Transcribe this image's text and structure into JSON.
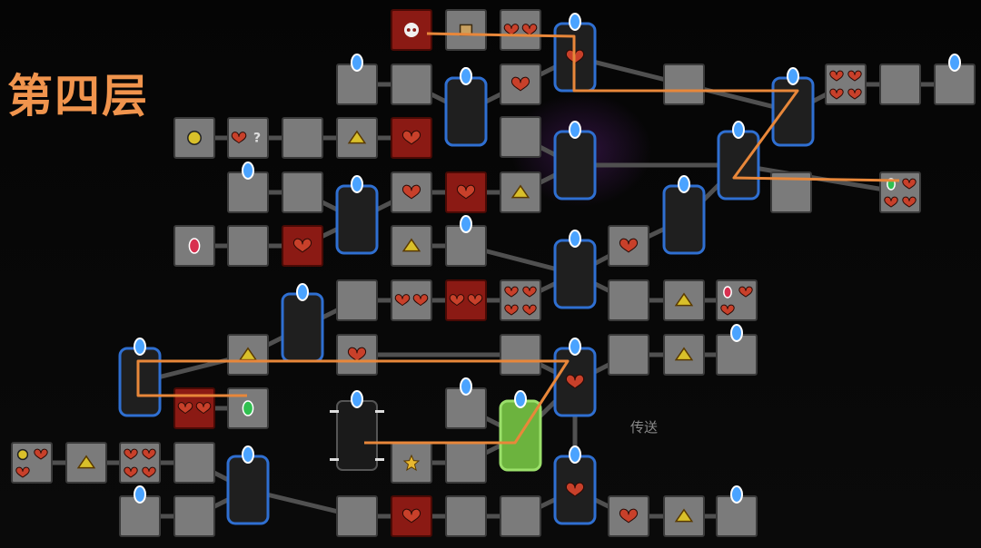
{
  "title": "第四层",
  "teleport_label": "传送",
  "colors": {
    "node": "#7b7b7b",
    "node_border": "#3a3a3a",
    "danger": "#8b1a14",
    "shop": "#1f1f1f",
    "highlight": "#6cb33e",
    "shop_border": "#2f6fd1",
    "route": "#e8873a",
    "gem": "#4aa3ff",
    "heart": "#c8402a",
    "potion": "#d9c02a",
    "emerald": "#30c050",
    "ruby": "#d83050"
  },
  "nodes": [
    {
      "id": "n01",
      "type": "danger",
      "icons": [
        "skull-icon"
      ]
    },
    {
      "id": "n02",
      "type": "normal",
      "icons": [
        "chest-icon"
      ]
    },
    {
      "id": "n03",
      "type": "normal",
      "icons": [
        "heart-icon",
        "heart-icon"
      ]
    },
    {
      "id": "n04",
      "type": "shop",
      "icons": [
        "heart-icon"
      ],
      "gem": true
    },
    {
      "id": "n05",
      "type": "normal",
      "icons": [],
      "gem": true
    },
    {
      "id": "n06",
      "type": "normal",
      "icons": []
    },
    {
      "id": "n07",
      "type": "shop",
      "icons": [],
      "gem": true
    },
    {
      "id": "n08",
      "type": "normal",
      "icons": [
        "heart-icon"
      ]
    },
    {
      "id": "n09",
      "type": "normal",
      "icons": []
    },
    {
      "id": "n10",
      "type": "shop",
      "icons": [],
      "gem": true
    },
    {
      "id": "n11",
      "type": "normal",
      "icons": [
        "heart-icon",
        "heart-icon",
        "heart-icon",
        "heart-icon"
      ]
    },
    {
      "id": "n12",
      "type": "normal",
      "icons": []
    },
    {
      "id": "n13",
      "type": "normal",
      "icons": [],
      "gem": true
    },
    {
      "id": "n14",
      "type": "normal",
      "icons": [
        "potion-icon"
      ]
    },
    {
      "id": "n15",
      "type": "normal",
      "icons": [
        "heart-icon",
        "question-icon"
      ]
    },
    {
      "id": "n16",
      "type": "normal",
      "icons": []
    },
    {
      "id": "n17",
      "type": "normal",
      "icons": [
        "pyramid-icon"
      ]
    },
    {
      "id": "n18",
      "type": "danger",
      "icons": [
        "heart-icon"
      ]
    },
    {
      "id": "n19",
      "type": "normal",
      "icons": []
    },
    {
      "id": "n20",
      "type": "shop",
      "icons": [],
      "gem": true
    },
    {
      "id": "n21",
      "type": "shop",
      "icons": [],
      "gem": true
    },
    {
      "id": "n22",
      "type": "normal",
      "icons": []
    },
    {
      "id": "n23",
      "type": "normal",
      "icons": [
        "emerald-icon",
        "heart-icon",
        "heart-icon",
        "heart-icon"
      ]
    },
    {
      "id": "n24",
      "type": "normal",
      "icons": [],
      "gem": true
    },
    {
      "id": "n25",
      "type": "normal",
      "icons": []
    },
    {
      "id": "n26",
      "type": "shop",
      "icons": [],
      "gem": true
    },
    {
      "id": "n27",
      "type": "normal",
      "icons": [
        "heart-icon"
      ]
    },
    {
      "id": "n28",
      "type": "danger",
      "icons": [
        "heart-icon"
      ]
    },
    {
      "id": "n29",
      "type": "normal",
      "icons": [
        "pyramid-icon"
      ]
    },
    {
      "id": "n30",
      "type": "shop",
      "icons": [],
      "gem": true
    },
    {
      "id": "n31",
      "type": "shop",
      "icons": [],
      "gem": true
    },
    {
      "id": "n32",
      "type": "normal",
      "icons": [
        "ruby-icon"
      ]
    },
    {
      "id": "n33",
      "type": "normal",
      "icons": []
    },
    {
      "id": "n34",
      "type": "danger",
      "icons": [
        "heart-icon"
      ]
    },
    {
      "id": "n35",
      "type": "normal",
      "icons": [
        "pyramid-icon"
      ]
    },
    {
      "id": "n36",
      "type": "normal",
      "icons": [],
      "gem": true
    },
    {
      "id": "n37",
      "type": "shop",
      "icons": [],
      "gem": true
    },
    {
      "id": "n38",
      "type": "normal",
      "icons": [
        "heart-icon"
      ]
    },
    {
      "id": "n39",
      "type": "shop",
      "icons": [],
      "gem": true
    },
    {
      "id": "n40",
      "type": "normal",
      "icons": []
    },
    {
      "id": "n41",
      "type": "normal",
      "icons": [
        "heart-icon",
        "heart-icon"
      ]
    },
    {
      "id": "n42",
      "type": "danger",
      "icons": [
        "heart-icon",
        "heart-icon"
      ]
    },
    {
      "id": "n43",
      "type": "normal",
      "icons": [
        "heart-icon",
        "heart-icon",
        "heart-icon",
        "heart-icon"
      ]
    },
    {
      "id": "n44",
      "type": "shop",
      "icons": [],
      "gem": true
    },
    {
      "id": "n45",
      "type": "normal",
      "icons": []
    },
    {
      "id": "n46",
      "type": "normal",
      "icons": [
        "pyramid-icon"
      ]
    },
    {
      "id": "n47",
      "type": "normal",
      "icons": [
        "ruby-icon",
        "heart-icon",
        "heart-icon"
      ]
    },
    {
      "id": "n48",
      "type": "shop",
      "icons": [],
      "gem": true
    },
    {
      "id": "n49",
      "type": "normal",
      "icons": [
        "pyramid-icon"
      ]
    },
    {
      "id": "n50",
      "type": "normal",
      "icons": [
        "heart-icon"
      ]
    },
    {
      "id": "n51",
      "type": "normal",
      "icons": []
    },
    {
      "id": "n52",
      "type": "shop",
      "icons": [
        "heart-icon"
      ],
      "gem": true
    },
    {
      "id": "n53",
      "type": "normal",
      "icons": []
    },
    {
      "id": "n54",
      "type": "normal",
      "icons": [
        "pyramid-icon"
      ]
    },
    {
      "id": "n55",
      "type": "normal",
      "icons": [],
      "gem": true
    },
    {
      "id": "n56",
      "type": "danger",
      "icons": [
        "heart-icon",
        "heart-icon"
      ]
    },
    {
      "id": "n57",
      "type": "normal",
      "icons": [
        "emerald-icon"
      ]
    },
    {
      "id": "n58",
      "type": "boss",
      "icons": [],
      "gem": true
    },
    {
      "id": "n59",
      "type": "normal",
      "icons": [],
      "gem": true
    },
    {
      "id": "n60",
      "type": "highlight",
      "icons": [],
      "gem": true
    },
    {
      "id": "n61",
      "type": "normal",
      "icons": [
        "potion-icon",
        "heart-icon",
        "heart-icon"
      ]
    },
    {
      "id": "n62",
      "type": "normal",
      "icons": [
        "pyramid-icon"
      ]
    },
    {
      "id": "n63",
      "type": "normal",
      "icons": [
        "heart-icon",
        "heart-icon",
        "heart-icon",
        "heart-icon"
      ]
    },
    {
      "id": "n64",
      "type": "normal",
      "icons": []
    },
    {
      "id": "n65",
      "type": "shop",
      "icons": [],
      "gem": true
    },
    {
      "id": "n66",
      "type": "normal",
      "icons": [
        "star-icon"
      ]
    },
    {
      "id": "n67",
      "type": "normal",
      "icons": []
    },
    {
      "id": "n68",
      "type": "shop",
      "icons": [
        "heart-icon"
      ],
      "gem": true
    },
    {
      "id": "n69",
      "type": "normal",
      "icons": [],
      "gem": true
    },
    {
      "id": "n70",
      "type": "normal",
      "icons": []
    },
    {
      "id": "n71",
      "type": "normal",
      "icons": []
    },
    {
      "id": "n72",
      "type": "danger",
      "icons": [
        "heart-icon"
      ]
    },
    {
      "id": "n73",
      "type": "normal",
      "icons": []
    },
    {
      "id": "n74",
      "type": "normal",
      "icons": []
    },
    {
      "id": "n75",
      "type": "normal",
      "icons": [
        "heart-icon"
      ]
    },
    {
      "id": "n76",
      "type": "normal",
      "icons": [
        "pyramid-icon"
      ]
    },
    {
      "id": "n77",
      "type": "normal",
      "icons": [],
      "gem": true
    }
  ]
}
